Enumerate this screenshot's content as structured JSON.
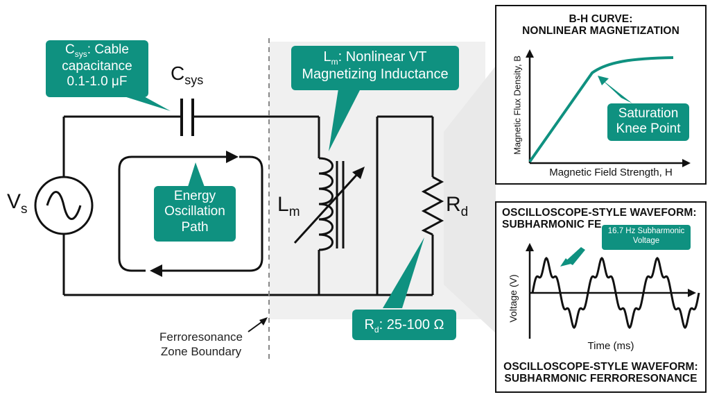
{
  "circuit": {
    "source_label": {
      "main": "V",
      "sub": "s"
    },
    "capacitor_label": {
      "main": "C",
      "sub": "sys"
    },
    "inductor_label": {
      "main": "L",
      "sub": "m"
    },
    "resistor_label": {
      "main": "R",
      "sub": "d"
    },
    "boundary_label": [
      "Ferroresonance",
      "Zone Boundary"
    ]
  },
  "callouts": {
    "csys": {
      "line1_main": "C",
      "line1_sub": "sys",
      "line1_rest": ": Cable",
      "line2": "capacitance",
      "line3": "0.1-1.0 μF"
    },
    "lm": {
      "line1_main": "L",
      "line1_sub": "m",
      "line1_rest": ": Nonlinear VT",
      "line2": "Magnetizing Inductance"
    },
    "energy": {
      "line1": "Energy",
      "line2": "Oscillation",
      "line3": "Path"
    },
    "rd": {
      "main": "R",
      "sub": "d",
      "rest": ": 25-100 Ω"
    }
  },
  "bh_panel": {
    "title_line1": "B-H CURVE:",
    "title_line2": "NONLINEAR MAGNETIZATION",
    "ylabel": "Magnetic Flux Density, B",
    "xlabel": "Magnetic Field Strength, H",
    "callout_line1": "Saturation",
    "callout_line2": "Knee Point"
  },
  "scope_panel": {
    "title_line1": "OSCILLOSCOPE-STYLE WAVEFORM:",
    "title_line2": "SUBHARMONIC FE",
    "ylabel": "Voltage (V)",
    "xlabel": "Time (ms)",
    "callout_line1": "16.7 Hz Subharmonic",
    "callout_line2": "Voltage",
    "footer_line1": "OSCILLOSCOPE-STYLE WAVEFORM:",
    "footer_line2": "SUBHARMONIC FERRORESONANCE"
  },
  "colors": {
    "accent": "#0f9180",
    "ink": "#111111",
    "boundary": "#888888",
    "zone": "#ededed"
  }
}
